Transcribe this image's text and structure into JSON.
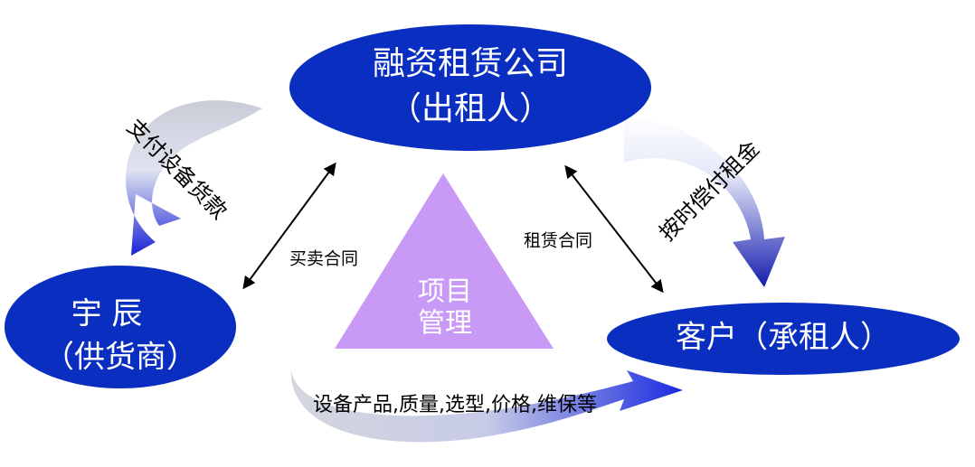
{
  "leasing_company": {
    "line1": "融资租赁公司",
    "line2": "（出租人）"
  },
  "supplier": {
    "line1": "宇 辰",
    "line2": "（供货商）"
  },
  "customer": {
    "label": "客户（承租人）"
  },
  "project_management": {
    "line1": "项目",
    "line2": "管理"
  },
  "relations": {
    "purchase_contract": "买卖合同",
    "lease_contract": "租赁合同",
    "pay_equipment_payment": "支付设备货款",
    "pay_rent_on_time": "按时偿付租金",
    "product_info": "设备产品,质量,选型,价格,维保等"
  },
  "colors": {
    "ellipse_fill": "#0a2fc0",
    "triangle_fill": "#c89af5",
    "arrow_dark": "#1a2bd8",
    "arrow_light": "#c8ccd8"
  }
}
